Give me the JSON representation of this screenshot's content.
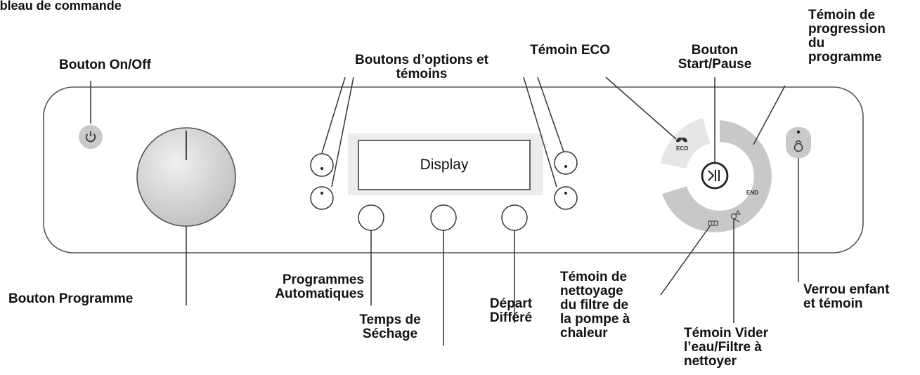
{
  "page": {
    "title": "Tableau de commande"
  },
  "labels": {
    "on_off": "Bouton On/Off",
    "options_1": "Boutons d’options et",
    "options_2": "témoins",
    "eco": "Témoin ECO",
    "start_1": "Bouton",
    "start_2": "Start/Pause",
    "prog_1": "Témoin de",
    "prog_2": "progression",
    "prog_3": "du",
    "prog_4": "programme",
    "bouton_programme": "Bouton Programme",
    "auto_1": "Programmes",
    "auto_2": "Automatiques",
    "temps_1": "Temps de",
    "temps_2": "Séchage",
    "depart_1": "Départ",
    "depart_2": "Différé",
    "pompe_1": "Témoin de",
    "pompe_2": "nettoyage",
    "pompe_3": "du filtre de",
    "pompe_4": "la pompe à",
    "pompe_5": "chaleur",
    "vider_1": "Témoin Vider",
    "vider_2": "l’eau/Filtre à",
    "vider_3": "nettoyer",
    "verrou_1": "Verrou enfant",
    "verrou_2": "et témoin"
  },
  "panel": {
    "display_text": "Display",
    "eco_text": "ECO",
    "end_text": "END"
  }
}
